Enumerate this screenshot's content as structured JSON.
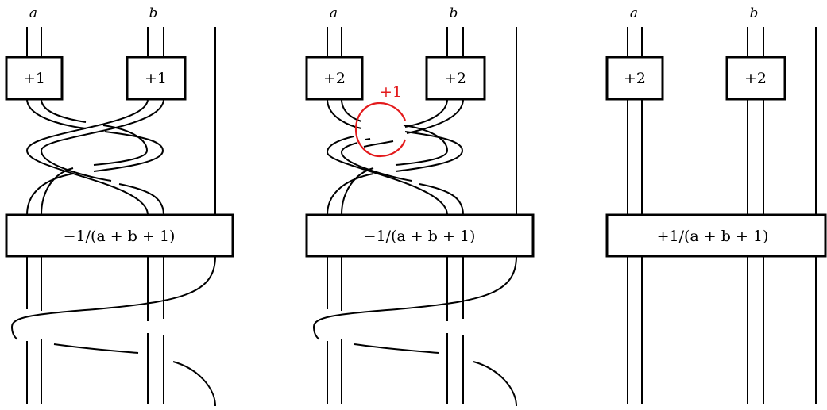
{
  "panels": [
    {
      "strand_labels": [
        "a",
        "b"
      ],
      "twist_boxes": [
        "+1",
        "+1"
      ],
      "long_box": "−1/(a + b + 1)",
      "surgery_label": ""
    },
    {
      "strand_labels": [
        "a",
        "b"
      ],
      "twist_boxes": [
        "+2",
        "+2"
      ],
      "long_box": "−1/(a + b + 1)",
      "surgery_label": "+1"
    },
    {
      "strand_labels": [
        "a",
        "b"
      ],
      "twist_boxes": [
        "+2",
        "+2"
      ],
      "long_box": "+1/(a + b + 1)",
      "surgery_label": ""
    }
  ],
  "colors": {
    "ink": "#000000",
    "surgery_curve": "#e31a1c"
  }
}
